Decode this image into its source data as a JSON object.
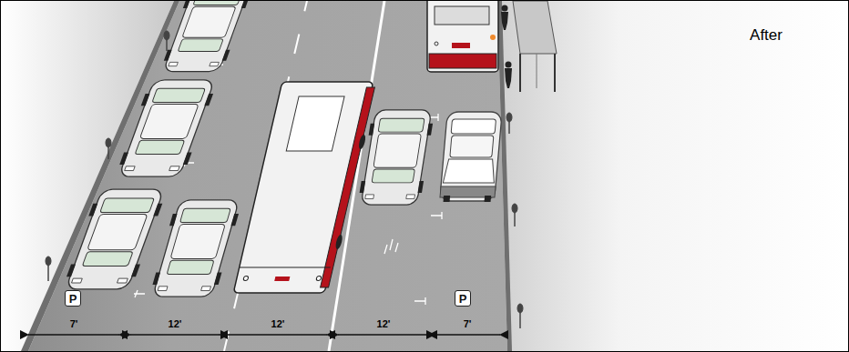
{
  "diagram": {
    "nodes": [
      {
        "text": [
          "P"
        ]
      },
      {
        "text": [
          "P"
        ]
      }
    ],
    "labels": [
      "After",
      "7'",
      "12'",
      "12'",
      "12'",
      "7'"
    ]
  }
}
